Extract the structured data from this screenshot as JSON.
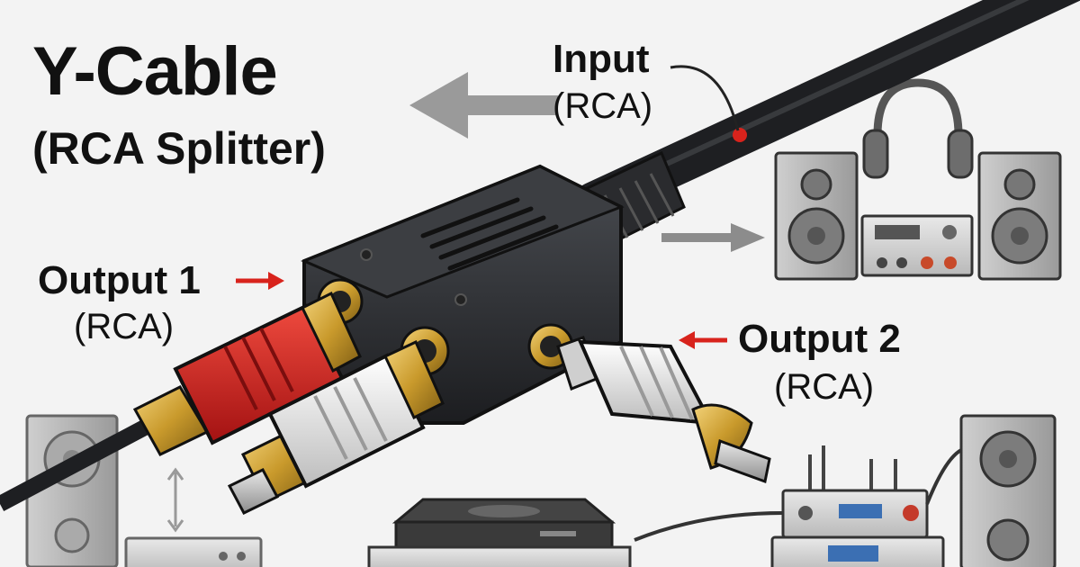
{
  "title": "Y-Cable",
  "subtitle": "(RCA Splitter)",
  "labels": {
    "input": {
      "name": "Input",
      "type": "(RCA)"
    },
    "output1": {
      "name": "Output 1",
      "type": "(RCA)"
    },
    "output2": {
      "name": "Output 2",
      "type": "(RCA)"
    }
  },
  "colors": {
    "plug_red": "#d11f1f",
    "plug_white": "#efefef",
    "gold": "#c99a2c",
    "body": "#2e3033",
    "arrow_red": "#d8231c",
    "arrow_gray": "#9a9a9a"
  }
}
